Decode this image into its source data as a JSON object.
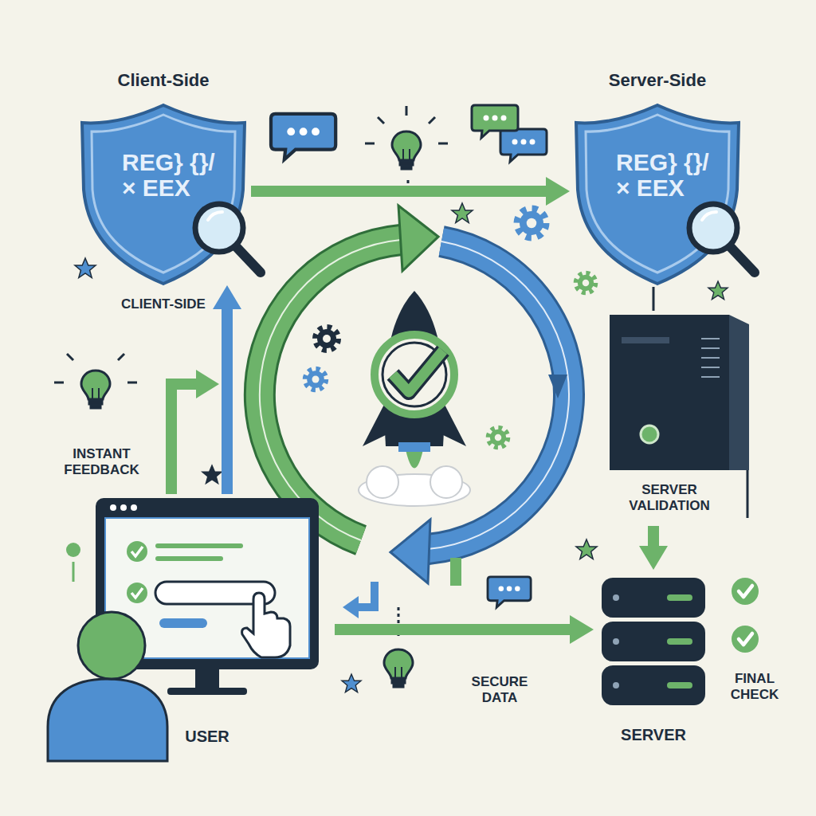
{
  "diagram": {
    "nodes": [
      {
        "text": [
          "Client-Side",
          "REG} {}/× EEX"
        ]
      },
      {
        "text": [
          "Server-Side",
          "REG} {}/× EEX"
        ]
      },
      {
        "text": [
          "USER"
        ]
      },
      {
        "text": [
          "SERVER VALIDATION"
        ]
      },
      {
        "text": [
          "SERVER"
        ]
      }
    ],
    "edges": [
      {
        "from": 0,
        "to": 1,
        "arrow": "to"
      },
      {
        "from": 2,
        "to": 0,
        "arrow": "to"
      },
      {
        "from": 2,
        "to": 4,
        "label": "SECURE DATA",
        "arrow": "to"
      },
      {
        "from": 3,
        "to": 4,
        "arrow": "to"
      }
    ],
    "labels": [
      "CLIENT-SIDE",
      "INSTANT FEEDBACK",
      "FINAL CHECK"
    ]
  }
}
